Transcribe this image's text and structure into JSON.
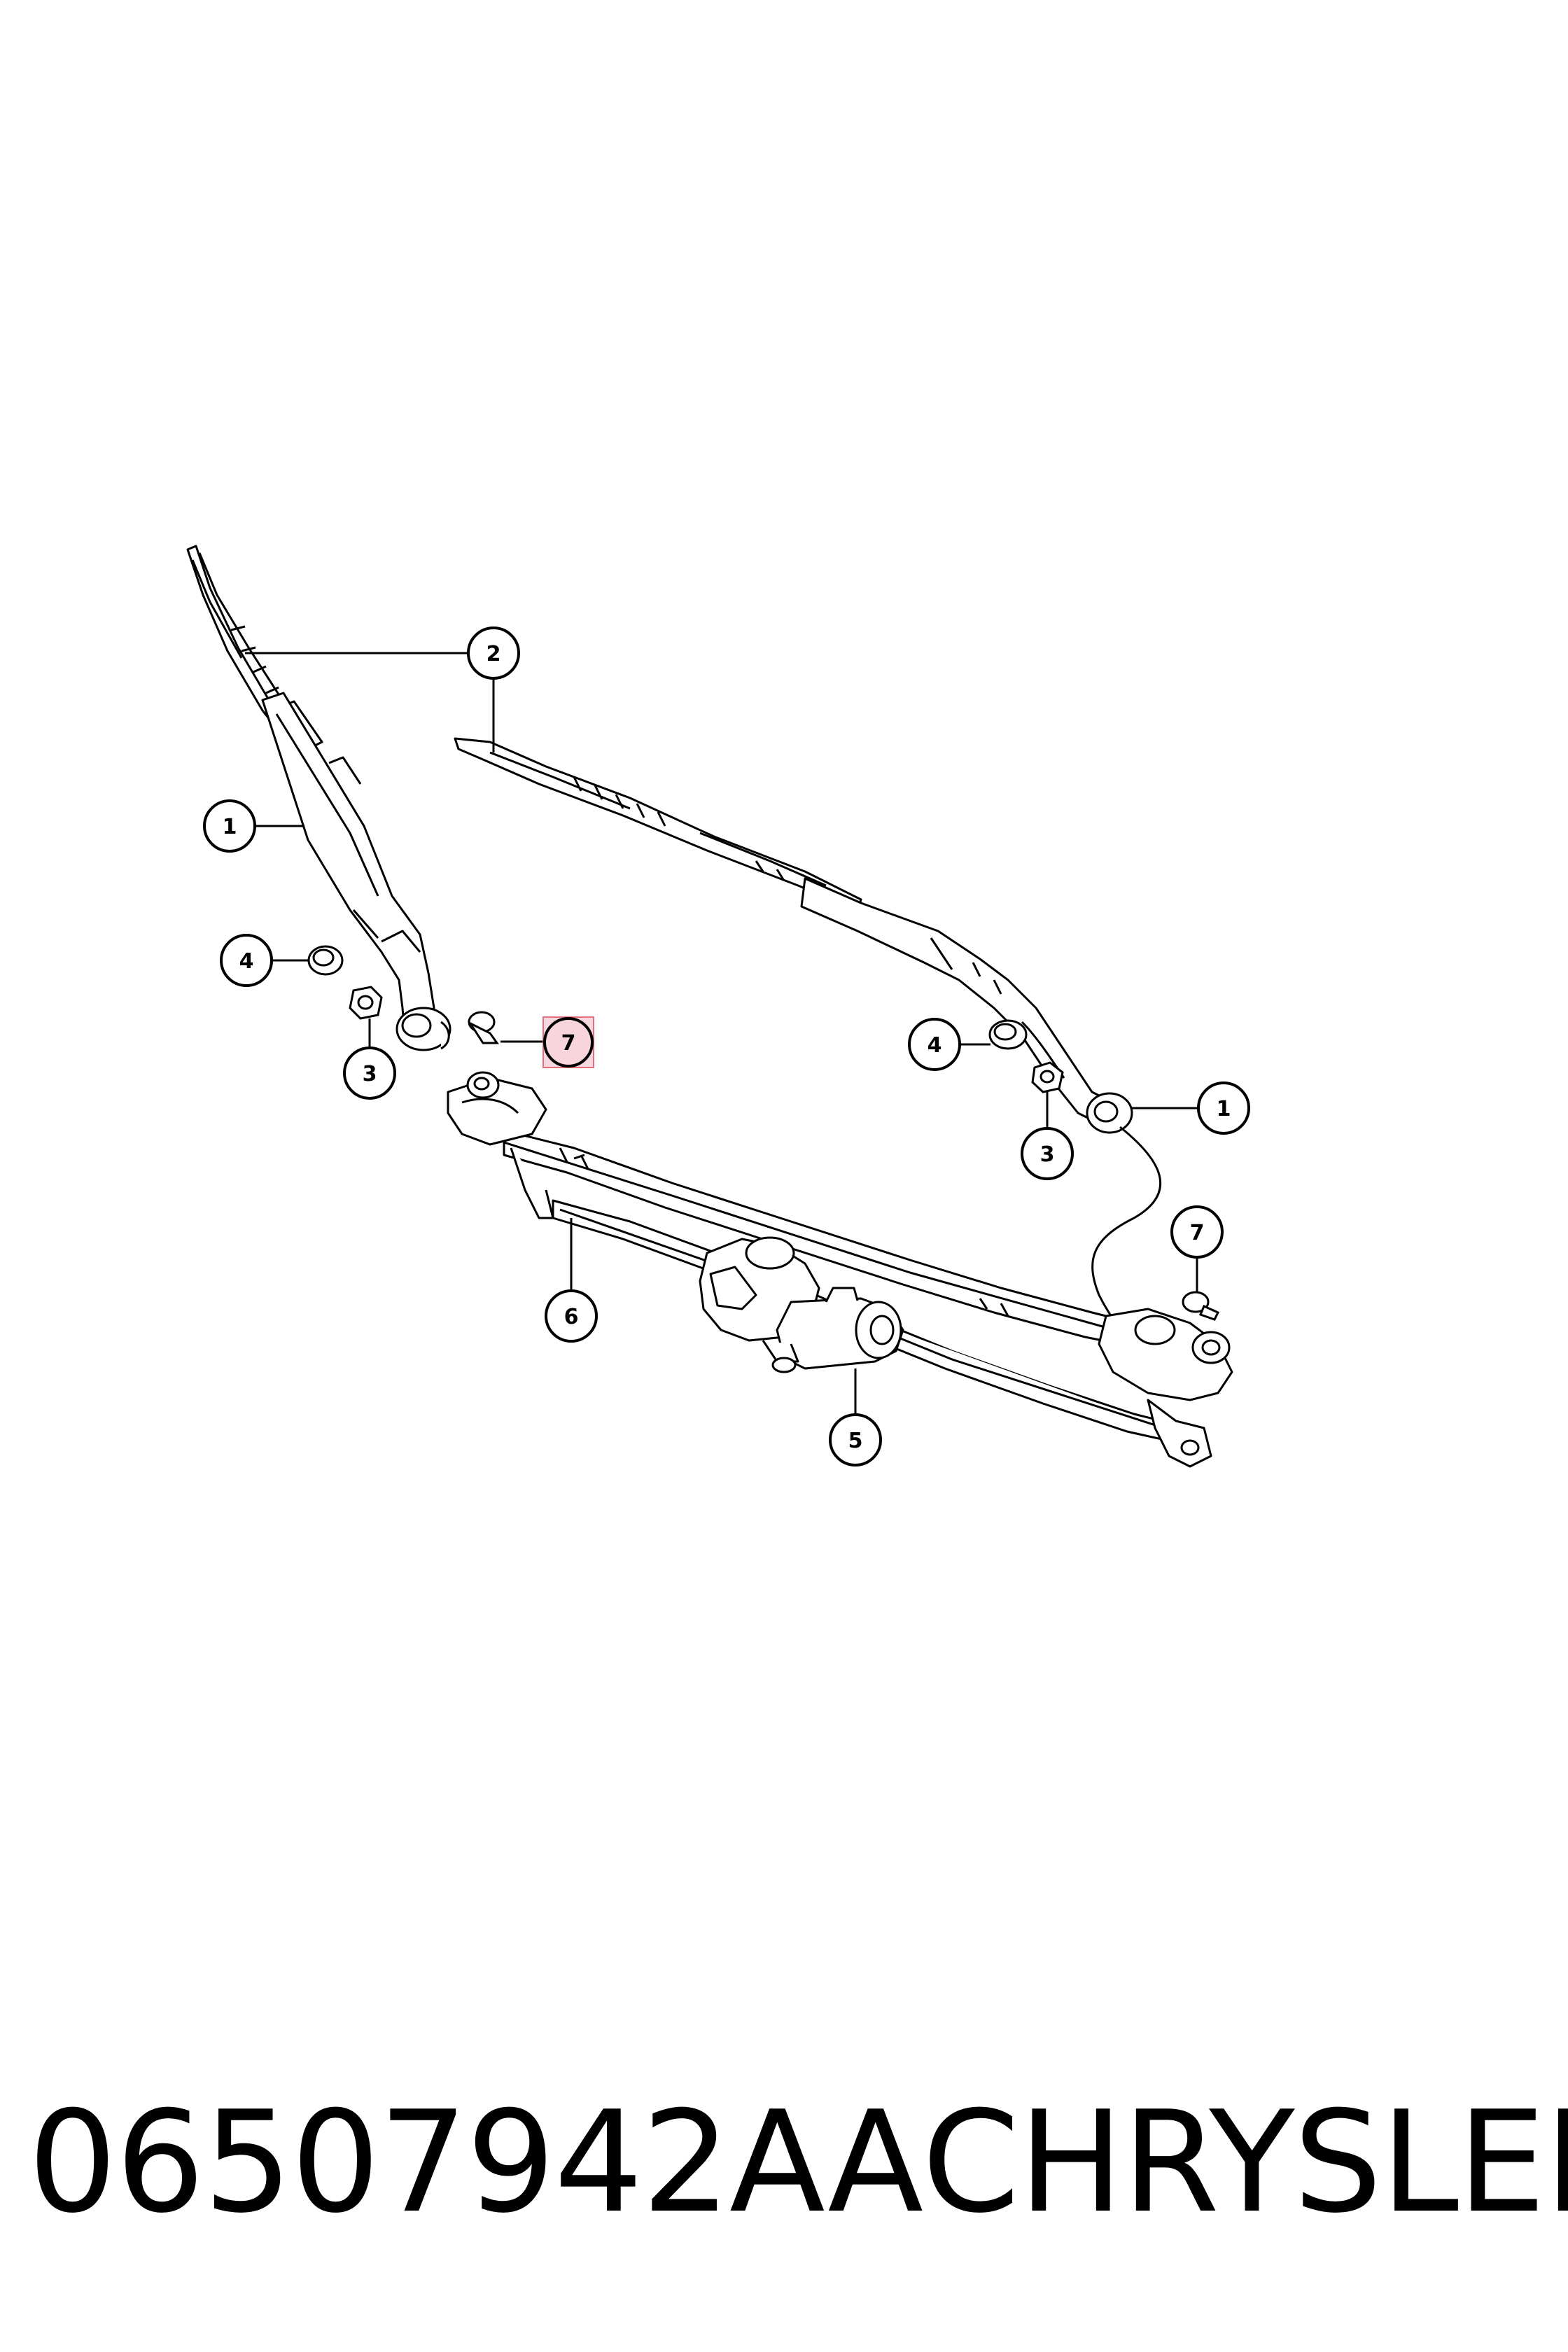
{
  "callouts": {
    "c1a": "1",
    "c1b": "1",
    "c2": "2",
    "c3a": "3",
    "c3b": "3",
    "c4a": "4",
    "c4b": "4",
    "c5": "5",
    "c6": "6",
    "c7a": "7",
    "c7b": "7"
  },
  "footer": {
    "part_number": "06507942AA",
    "brand": "CHRYSLER"
  },
  "colors": {
    "ink": "#000000",
    "highlight_fill": "#f8d4dc",
    "highlight_border": "#e06070"
  }
}
